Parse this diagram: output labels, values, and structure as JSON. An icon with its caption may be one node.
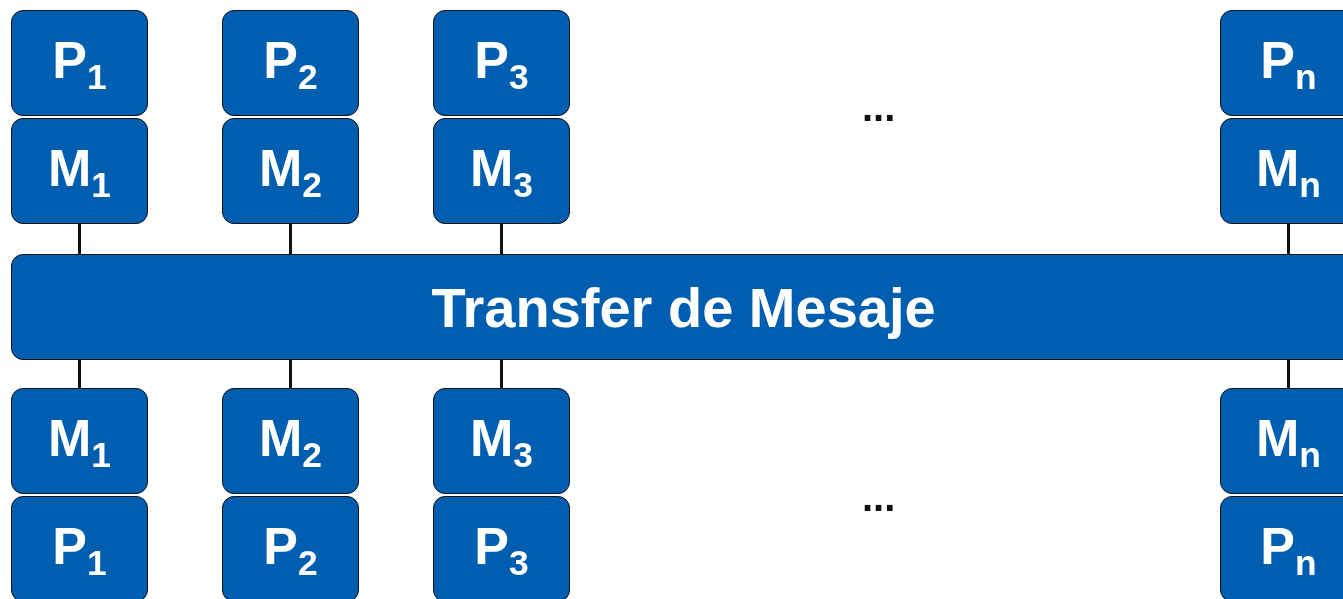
{
  "diagram": {
    "nodes": [
      {
        "text": [
          "P$_{1}$"
        ]
      },
      {
        "text": [
          "P$_{2}$"
        ]
      },
      {
        "text": [
          "P$_{3}$"
        ]
      },
      {
        "text": [
          "P$_{n}$"
        ]
      },
      {
        "text": [
          "M$_{1}$"
        ]
      },
      {
        "text": [
          "M$_{2}$"
        ]
      },
      {
        "text": [
          "M$_{3}$"
        ]
      },
      {
        "text": [
          "M$_{n}$"
        ]
      },
      {
        "text": [
          "Transfer de Mesaje"
        ]
      },
      {
        "text": [
          "M$_{1}$"
        ]
      },
      {
        "text": [
          "M$_{2}$"
        ]
      },
      {
        "text": [
          "M$_{3}$"
        ]
      },
      {
        "text": [
          "M$_{n}$"
        ]
      },
      {
        "text": [
          "P$_{1}$"
        ]
      },
      {
        "text": [
          "P$_{2}$"
        ]
      },
      {
        "text": [
          "P$_{3}$"
        ]
      },
      {
        "text": [
          "P$_{n}$"
        ]
      }
    ],
    "edges": [
      {
        "from": 4,
        "to": 8,
        "arrow": "none"
      },
      {
        "from": 5,
        "to": 8,
        "arrow": "none"
      },
      {
        "from": 6,
        "to": 8,
        "arrow": "none"
      },
      {
        "from": 7,
        "to": 8,
        "arrow": "none"
      },
      {
        "from": 8,
        "to": 9,
        "arrow": "none"
      },
      {
        "from": 8,
        "to": 10,
        "arrow": "none"
      },
      {
        "from": 8,
        "to": 11,
        "arrow": "none"
      },
      {
        "from": 8,
        "to": 12,
        "arrow": "none"
      }
    ],
    "labels": [
      "...",
      "..."
    ]
  }
}
